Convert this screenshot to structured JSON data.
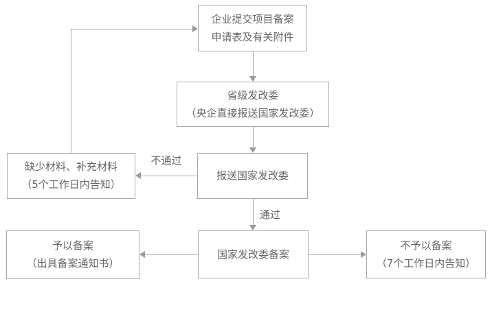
{
  "diagram_type": "flowchart",
  "nodes": {
    "submit": {
      "line1": "企业提交项目备案",
      "line2": "申请表及有关附件"
    },
    "provincial": {
      "line1": "省级发改委",
      "line2": "（央企直接报送国家发改委）"
    },
    "report": {
      "line1": "报送国家发改委"
    },
    "missing": {
      "line1": "缺少材料、补充材料",
      "line2": "（5个工作日内告知）"
    },
    "approved": {
      "line1": "予以备案",
      "line2": "（出具备案通知书）"
    },
    "filing": {
      "line1": "国家发改委备案"
    },
    "rejected": {
      "line1": "不予以备案",
      "line2": "（7个工作日内告知）"
    }
  },
  "edge_labels": {
    "fail": "不通过",
    "pass": "通过"
  },
  "colors": {
    "border": "#a9a9a9",
    "line": "#a9a9a9",
    "arrow": "#999999",
    "text": "#666666",
    "bg": "#ffffff"
  }
}
